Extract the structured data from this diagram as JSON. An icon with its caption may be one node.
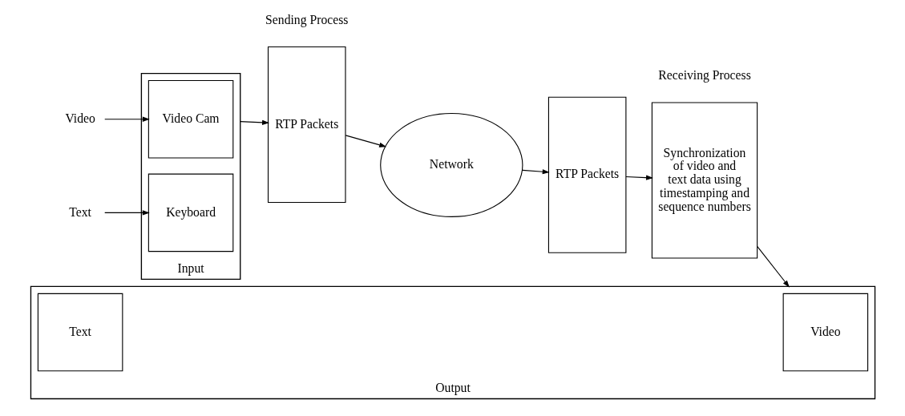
{
  "diagram": {
    "nodes": [
      {
        "text": [
          "Video"
        ]
      },
      {
        "text": [
          "Text"
        ]
      },
      {
        "text": [
          "Input"
        ]
      },
      {
        "text": [
          "Video Cam"
        ],
        "in": 2
      },
      {
        "text": [
          "Keyboard"
        ],
        "in": 2
      },
      {
        "text": [
          "RTP Packets"
        ]
      },
      {
        "text": [
          "Network"
        ]
      },
      {
        "text": [
          "RTP Packets"
        ]
      },
      {
        "text": [
          "Synchronization of video and text data using timestamping and sequence numbers"
        ]
      },
      {
        "text": [
          "Output"
        ]
      },
      {
        "text": [
          "Video"
        ],
        "in": 9
      },
      {
        "text": [
          "Text"
        ],
        "in": 9
      }
    ],
    "edges": [
      {
        "from": 0,
        "to": 3,
        "arrow": "to"
      },
      {
        "from": 1,
        "to": 4,
        "arrow": "to"
      },
      {
        "from": 2,
        "to": 5,
        "arrow": "to"
      },
      {
        "from": 5,
        "to": 6,
        "arrow": "to"
      },
      {
        "from": 6,
        "to": 7,
        "arrow": "to"
      },
      {
        "from": 7,
        "to": 8,
        "arrow": "to"
      },
      {
        "from": 8,
        "to": 9,
        "arrow": "to"
      }
    ],
    "labels": [
      "Sending Process",
      "Receiving Process"
    ]
  }
}
